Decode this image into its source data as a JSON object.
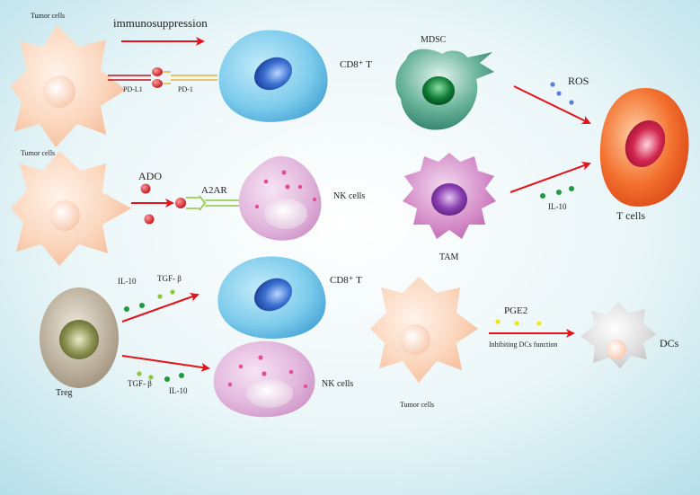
{
  "labels": {
    "tumor_cells_1": "Tumor cells",
    "immunosuppression": "immunosuppression",
    "pd_l1": "PD-L1",
    "pd_1": "PD-1",
    "cd8_t_1": "CD8⁺ T",
    "mdsc": "MDSC",
    "ros": "ROS",
    "tumor_cells_2": "Tumor cells",
    "ado": "ADO",
    "a2ar": "A2AR",
    "nk_cells_1": "NK cells",
    "il10_tam": "IL-10",
    "t_cells": "T cells",
    "tam": "TAM",
    "il10_treg_1": "IL-10",
    "tgfb_treg_1": "TGF- β",
    "cd8_t_2": "CD8⁺ T",
    "treg": "Treg",
    "tgfb_treg_2": "TGF- β",
    "il10_treg_2": "IL-10",
    "nk_cells_2": "NK cells",
    "pge2": "PGE2",
    "inhibiting_dcs": "Inhibiting DCs function",
    "tumor_cells_3": "Tumor cells",
    "dcs": "DCs"
  },
  "colors": {
    "arrow": "#e3141b",
    "tumor": "#f8c7a8",
    "cd8": "#5cb6e0",
    "nk": "#d9a3d4",
    "mdsc": "#2e8c6e",
    "tam": "#c76ab8",
    "tcell": "#f0662a",
    "treg": "#a89b86",
    "dc": "#cfcfcf",
    "il10_dot": "#1e9a3e",
    "tgfb_dot": "#8ec63f",
    "pge2_dot": "#f2e61e",
    "ros_dot": "#5d7fd1"
  }
}
